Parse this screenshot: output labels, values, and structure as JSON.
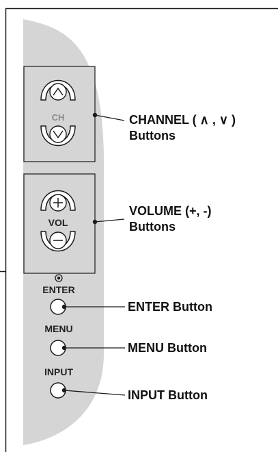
{
  "colors": {
    "panel": "#d5d5d5",
    "button_fill": "#ffffff",
    "outline": "#1a1a1a",
    "ch_text": "#8a8a8a"
  },
  "panel": {
    "channel": {
      "label": "CH"
    },
    "volume": {
      "label": "VOL"
    },
    "enter": {
      "label": "ENTER"
    },
    "menu": {
      "label": "MENU"
    },
    "input": {
      "label": "INPUT"
    }
  },
  "callouts": {
    "channel": {
      "line1": "CHANNEL ( ∧ , ∨ )",
      "line2": "Buttons"
    },
    "volume": {
      "line1": "VOLUME (+, -)",
      "line2": "Buttons"
    },
    "enter": "ENTER Button",
    "menu": "MENU Button",
    "input": "INPUT Button"
  },
  "icons": {
    "channel_up": "caret-up-icon",
    "channel_down": "caret-down-icon",
    "volume_up": "plus-icon",
    "volume_down": "minus-icon",
    "enter_indicator": "dot-circle-icon"
  }
}
